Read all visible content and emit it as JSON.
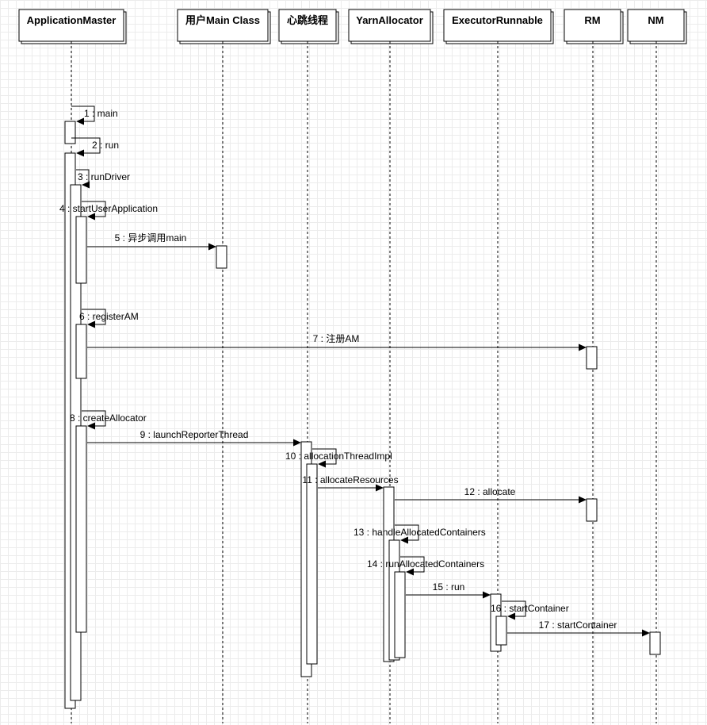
{
  "lifelines": [
    {
      "id": "am",
      "label": "ApplicationMaster"
    },
    {
      "id": "umc",
      "label": "用户Main Class"
    },
    {
      "id": "hb",
      "label": "心跳线程"
    },
    {
      "id": "ya",
      "label": "YarnAllocator"
    },
    {
      "id": "er",
      "label": "ExecutorRunnable"
    },
    {
      "id": "rm",
      "label": "RM"
    },
    {
      "id": "nm",
      "label": "NM"
    }
  ],
  "messages": [
    {
      "number": "1",
      "label": "1 : main",
      "from": "am",
      "to": "am",
      "self": true
    },
    {
      "number": "2",
      "label": "2 : run",
      "from": "am",
      "to": "am",
      "self": true
    },
    {
      "number": "3",
      "label": "3 : runDriver",
      "from": "am",
      "to": "am",
      "self": true
    },
    {
      "number": "4",
      "label": "4 : startUserApplication",
      "from": "am",
      "to": "am",
      "self": true
    },
    {
      "number": "5",
      "label": "5 : 异步调用main",
      "from": "am",
      "to": "umc",
      "self": false
    },
    {
      "number": "6",
      "label": "6 : registerAM",
      "from": "am",
      "to": "am",
      "self": true
    },
    {
      "number": "7",
      "label": "7 : 注册AM",
      "from": "am",
      "to": "rm",
      "self": false
    },
    {
      "number": "8",
      "label": "8 : createAllocator",
      "from": "am",
      "to": "am",
      "self": true
    },
    {
      "number": "9",
      "label": "9 : launchReporterThread",
      "from": "am",
      "to": "hb",
      "self": false
    },
    {
      "number": "10",
      "label": "10 : allocationThreadImpl",
      "from": "hb",
      "to": "hb",
      "self": true
    },
    {
      "number": "11",
      "label": "11 : allocateResources",
      "from": "hb",
      "to": "ya",
      "self": false
    },
    {
      "number": "12",
      "label": "12 : allocate",
      "from": "ya",
      "to": "rm",
      "self": false
    },
    {
      "number": "13",
      "label": "13 : handleAllocatedContainers",
      "from": "ya",
      "to": "ya",
      "self": true
    },
    {
      "number": "14",
      "label": "14 : runAllocatedContainers",
      "from": "ya",
      "to": "ya",
      "self": true
    },
    {
      "number": "15",
      "label": "15 : run",
      "from": "ya",
      "to": "er",
      "self": false
    },
    {
      "number": "16",
      "label": "16 : startContainer",
      "from": "er",
      "to": "er",
      "self": true
    },
    {
      "number": "17",
      "label": "17 : startContainer",
      "from": "er",
      "to": "nm",
      "self": false
    }
  ]
}
